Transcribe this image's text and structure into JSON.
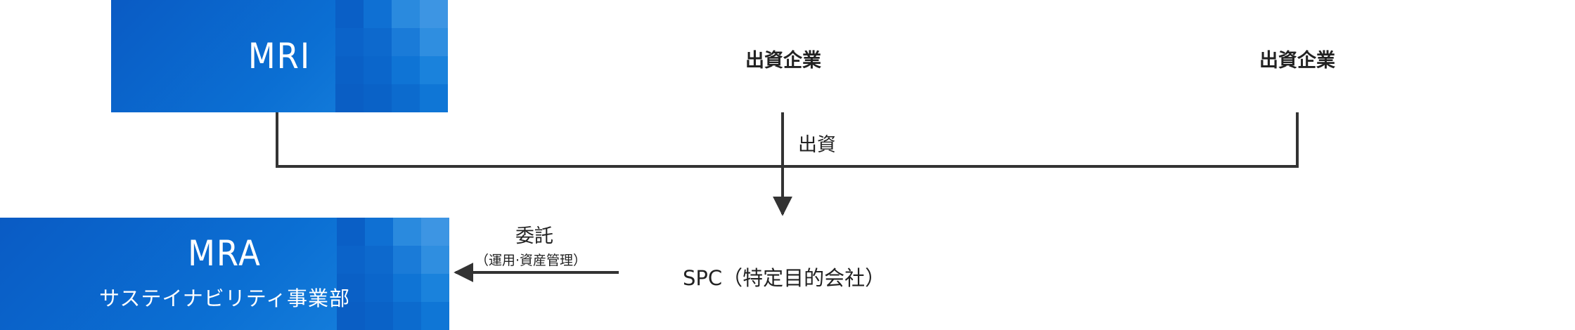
{
  "nodes": {
    "mri": {
      "title": "MRI"
    },
    "mra": {
      "title": "MRA",
      "subtitle": "サステイナビリティ事業部"
    },
    "investor_1": {
      "label": "出資企業"
    },
    "investor_2": {
      "label": "出資企業"
    },
    "spc": {
      "label": "SPC（特定目的会社）"
    }
  },
  "edges": {
    "investment": {
      "label": "出資"
    },
    "delegation": {
      "label": "委託",
      "sublabel": "（運用·資産管理）"
    }
  },
  "colors": {
    "box_blue": "#0b6fd3",
    "line": "#333333"
  }
}
